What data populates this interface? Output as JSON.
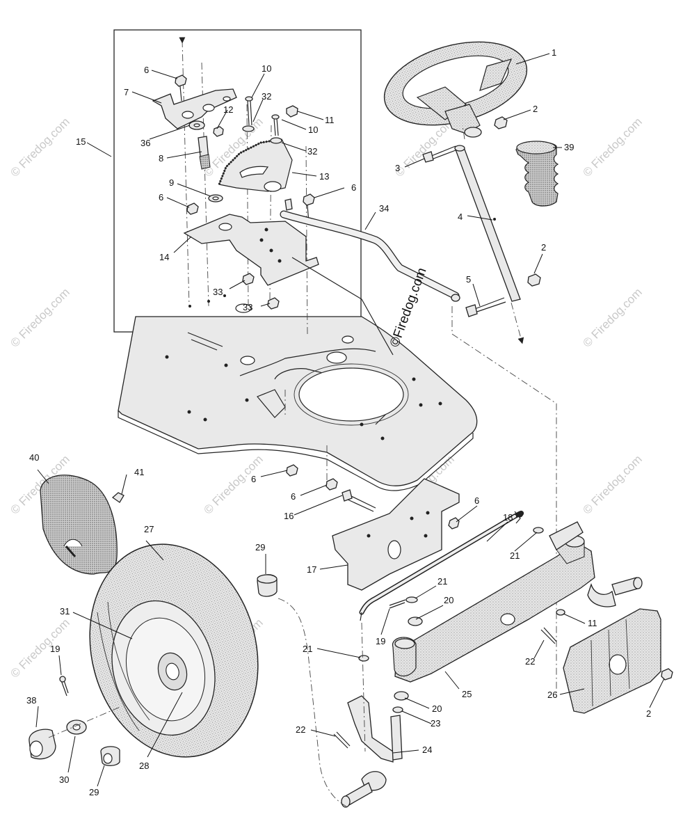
{
  "diagram": {
    "watermark_text": "© Firedog.com",
    "center_watermark_text": "©Firedog.com",
    "part_labels": [
      "1",
      "2",
      "2",
      "2",
      "3",
      "4",
      "5",
      "6",
      "6",
      "6",
      "6",
      "6",
      "6",
      "7",
      "8",
      "9",
      "10",
      "10",
      "11",
      "11",
      "12",
      "13",
      "14",
      "15",
      "16",
      "17",
      "18",
      "19",
      "19",
      "20",
      "20",
      "21",
      "21",
      "21",
      "22",
      "22",
      "23",
      "24",
      "25",
      "26",
      "27",
      "28",
      "29",
      "29",
      "30",
      "31",
      "32",
      "32",
      "33",
      "33",
      "34",
      "36",
      "38",
      "39",
      "40",
      "41"
    ]
  }
}
